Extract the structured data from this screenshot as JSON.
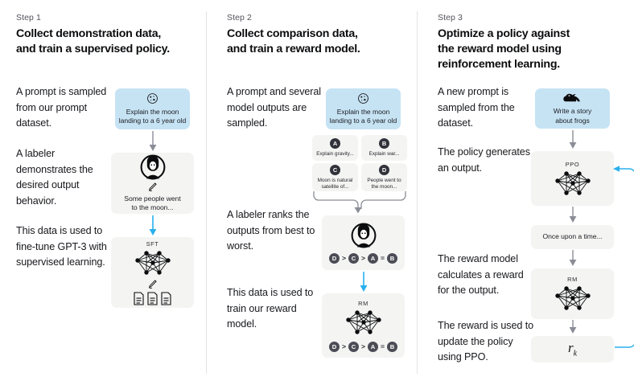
{
  "colors": {
    "prompt_box": "#c6e3f4",
    "neutral_box": "#f4f4f3",
    "gray_arrow": "#8b8d96",
    "cyan_arrow": "#29b0ee",
    "badge_dark": "#31323a",
    "text": "#15161a"
  },
  "steps": [
    {
      "id": "step-1",
      "label": "Step 1",
      "title": "Collect demonstration data,\nand train a supervised policy.",
      "title_line1": "Collect demonstration data,",
      "title_line2": "and train a supervised policy.",
      "paragraphs": [
        "A prompt is sampled from our prompt dataset.",
        "A labeler demonstrates the desired output behavior.",
        "This data is used to fine-tune GPT-3 with supervised learning."
      ],
      "prompt_box": {
        "icon": "moon-icon",
        "caption_line1": "Explain the moon",
        "caption_line2": "landing to a 6 year old"
      },
      "labeler_box": {
        "icon": "labeler-person-icon",
        "pencil": "pencil-icon",
        "caption_line1": "Some people went",
        "caption_line2": "to the moon..."
      },
      "model_box": {
        "net_label": "SFT",
        "icon": "neural-network-icon",
        "pencil": "pencil-icon",
        "docs": "documents-icon"
      }
    },
    {
      "id": "step-2",
      "label": "Step 2",
      "title_line1": "Collect comparison data,",
      "title_line2": "and train a reward model.",
      "paragraphs": [
        "A prompt and several model outputs are sampled.",
        "A labeler ranks the outputs from best to worst.",
        "This data is used to train our reward model."
      ],
      "prompt_box": {
        "icon": "moon-icon",
        "caption_line1": "Explain the moon",
        "caption_line2": "landing to a 6 year old"
      },
      "outputs": [
        {
          "badge": "A",
          "text_line1": "Explain gravity...",
          "text_line2": ""
        },
        {
          "badge": "B",
          "text_line1": "Explain war...",
          "text_line2": ""
        },
        {
          "badge": "C",
          "text_line1": "Moon is natural",
          "text_line2": "satellite of..."
        },
        {
          "badge": "D",
          "text_line1": "People went to",
          "text_line2": "the moon..."
        }
      ],
      "ranking_box": {
        "icon": "labeler-person-icon",
        "ranking": [
          "D",
          ">",
          "C",
          ">",
          "A",
          "=",
          "B"
        ]
      },
      "reward_model_box": {
        "net_label": "RM",
        "icon": "neural-network-icon",
        "ranking": [
          "D",
          ">",
          "C",
          ">",
          "A",
          "=",
          "B"
        ]
      }
    },
    {
      "id": "step-3",
      "label": "Step 3",
      "title_line1": "Optimize a policy against",
      "title_line2": "the reward model using",
      "title_line3": "reinforcement learning.",
      "paragraphs": [
        "A new prompt is sampled from the dataset.",
        "The policy generates an output.",
        "The reward model calculates a reward for the output.",
        "The reward is used to update the policy using PPO."
      ],
      "prompt_box": {
        "icon": "frog-icon",
        "caption_line1": "Write a story",
        "caption_line2": "about frogs"
      },
      "policy_box": {
        "net_label": "PPO",
        "icon": "neural-network-icon"
      },
      "output_box": {
        "text": "Once upon a time..."
      },
      "reward_model_box": {
        "net_label": "RM",
        "icon": "neural-network-icon"
      },
      "reward_box": {
        "symbol": "r",
        "subscript": "k"
      }
    }
  ]
}
